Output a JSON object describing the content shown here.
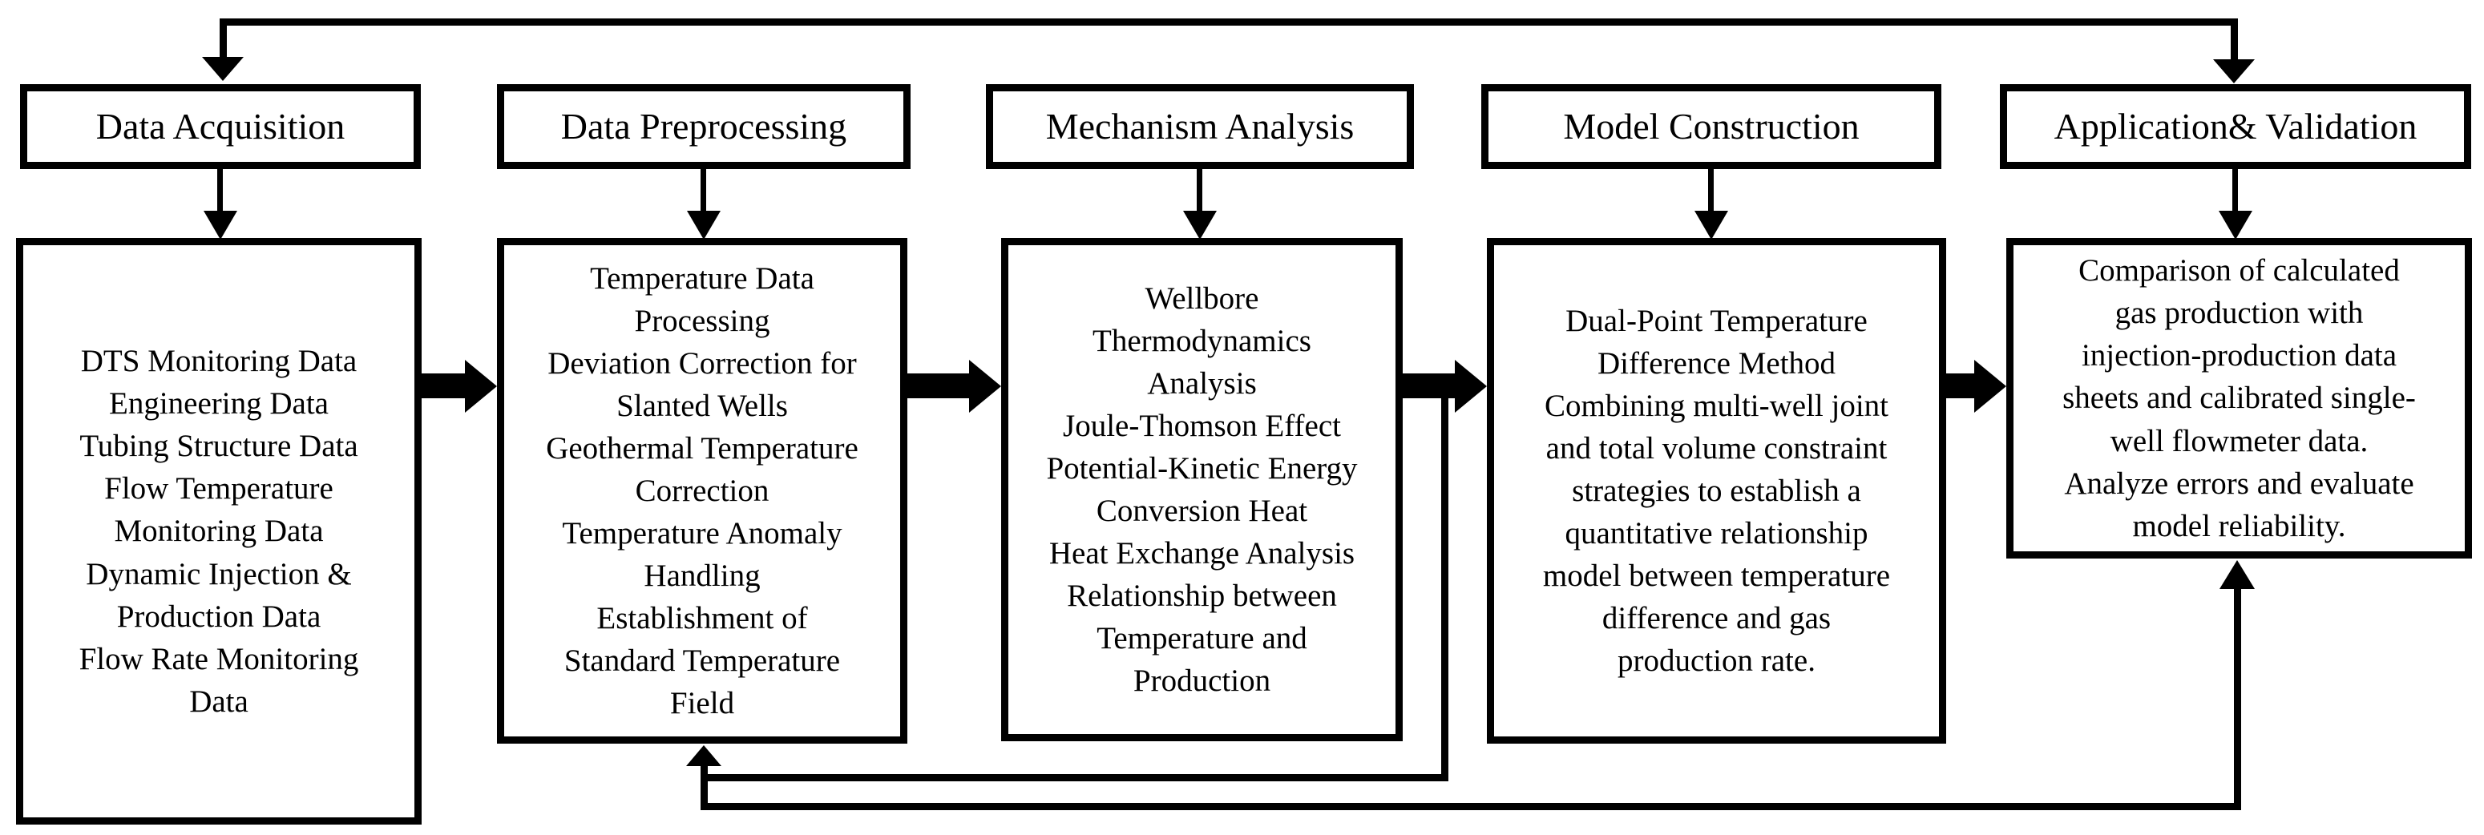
{
  "colors": {
    "background": "#ffffff",
    "line": "#000000",
    "box_fill": "#ffffff",
    "text": "#000000"
  },
  "stages": [
    {
      "id": "data-acquisition",
      "title": "Data Acquisition",
      "content_lines": [
        "DTS Monitoring Data",
        "Engineering Data",
        "Tubing Structure Data",
        "Flow Temperature",
        "Monitoring Data",
        "Dynamic Injection &",
        "Production Data",
        "Flow Rate Monitoring",
        "Data"
      ]
    },
    {
      "id": "data-preprocessing",
      "title": "Data Preprocessing",
      "content_lines": [
        "Temperature Data",
        "Processing",
        "Deviation Correction for",
        "Slanted Wells",
        "Geothermal Temperature",
        "Correction",
        "Temperature Anomaly",
        "Handling",
        "Establishment of",
        "Standard Temperature",
        "Field"
      ]
    },
    {
      "id": "mechanism-analysis",
      "title": "Mechanism Analysis",
      "content_lines": [
        "Wellbore",
        "Thermodynamics",
        "Analysis",
        "Joule-Thomson Effect",
        "Potential-Kinetic Energy",
        "Conversion Heat",
        "Heat Exchange Analysis",
        "Relationship between",
        "Temperature and",
        "Production"
      ]
    },
    {
      "id": "model-construction",
      "title": "Model Construction",
      "content_lines": [
        "Dual-Point Temperature",
        "Difference Method",
        "Combining multi-well joint",
        "and total volume constraint",
        "strategies to establish a",
        "quantitative relationship",
        "model between temperature",
        "difference and gas",
        "production rate."
      ]
    },
    {
      "id": "application-validation",
      "title": "Application& Validation",
      "content_lines": [
        "Comparison of calculated",
        "gas production with",
        "injection-production data",
        "sheets and calibrated single-",
        "well flowmeter data.",
        "Analyze  errors and evaluate",
        "model reliability."
      ]
    }
  ]
}
